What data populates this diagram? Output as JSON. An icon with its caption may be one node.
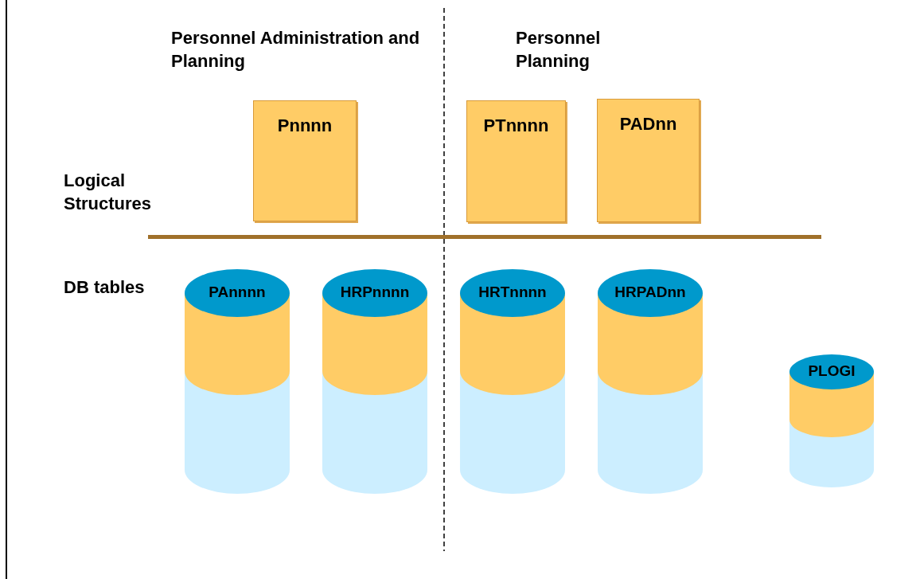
{
  "diagram": {
    "nodes": [
      {
        "text": [
          "Pnnnn"
        ]
      },
      {
        "text": [
          "PTnnnn"
        ]
      },
      {
        "text": [
          "PADnn"
        ]
      },
      {
        "text": [
          "PAnnnn"
        ]
      },
      {
        "text": [
          "HRPnnnn"
        ]
      },
      {
        "text": [
          "HRTnnnn"
        ]
      },
      {
        "text": [
          "HRPADnn"
        ]
      },
      {
        "text": [
          "PLOGI"
        ]
      }
    ],
    "labels": [
      "Personnel Administration and Planning",
      "Personnel Planning",
      "Logical Structures",
      "DB tables"
    ]
  }
}
